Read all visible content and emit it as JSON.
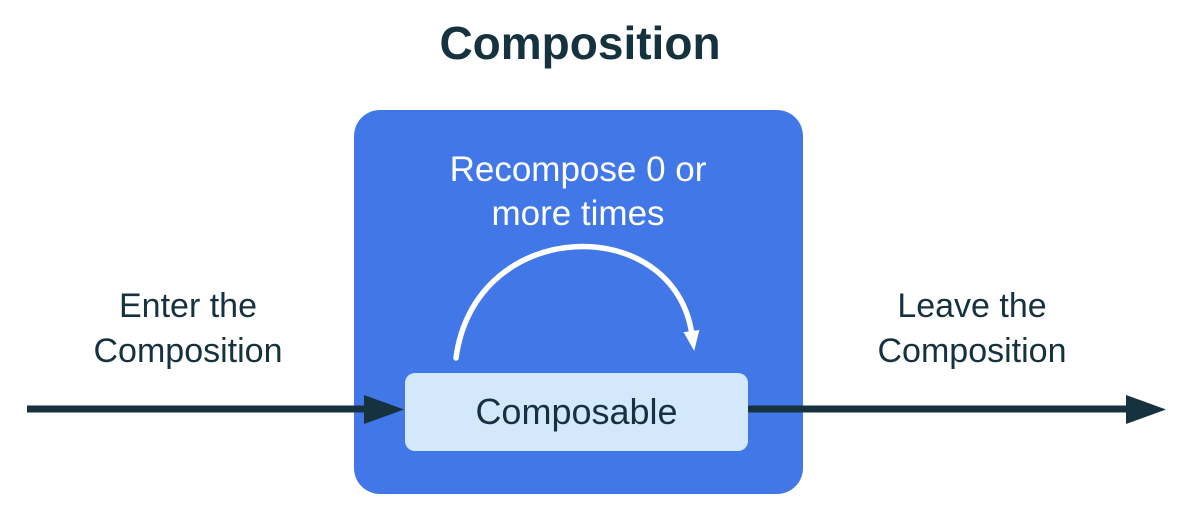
{
  "title": "Composition",
  "labels": {
    "enter": {
      "line1": "Enter the",
      "line2": "Composition"
    },
    "leave": {
      "line1": "Leave the",
      "line2": "Composition"
    },
    "recompose": {
      "line1": "Recompose 0 or",
      "line2": "more times"
    },
    "composable": "Composable"
  },
  "colors": {
    "composition_box": "#4277E8",
    "composable_box": "#D3E8FB",
    "ink": "#16323F",
    "white": "#FFFFFF"
  }
}
